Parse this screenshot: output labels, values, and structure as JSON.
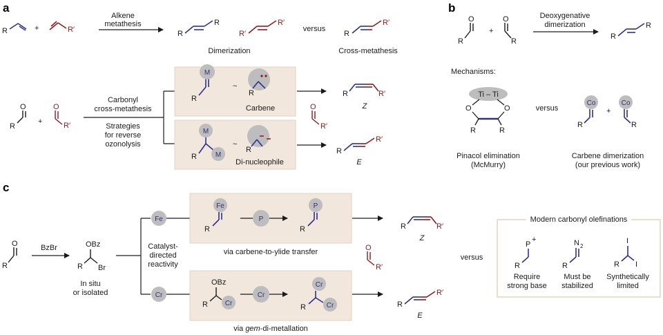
{
  "panels": {
    "a": "a",
    "b": "b",
    "c": "c"
  },
  "colors": {
    "blue_bond": "#2b2f8f",
    "red_bond": "#8b1a1a",
    "box_fill": "#f1e7dc",
    "box_border": "#e3d3c2",
    "circle_fill": "#bdbdbd",
    "arrow": "#1a1a1a"
  },
  "atoms": {
    "R": "R",
    "Rp": "R′",
    "O": "O",
    "M": "M",
    "Fe": "Fe",
    "Cr": "Cr",
    "P": "P",
    "P_plus": "P",
    "plus_sup": "+",
    "Co": "Co",
    "N2": "N",
    "two": "2",
    "I": "I",
    "OBz": "OBz",
    "Br": "Br",
    "TiTi": "Ti – Ti"
  },
  "symbols": {
    "plus": "+",
    "tilde": "~"
  },
  "panel_a": {
    "arrow_top": "Alkene",
    "arrow_bottom": "metathesis",
    "dimerization": "Dimerization",
    "versus": "versus",
    "cross_metathesis": "Cross-metathesis",
    "carbonyl_line1": "Carbonyl",
    "carbonyl_line2": "cross-metathesis",
    "strategies_line1": "Strategies",
    "strategies_line2": "for reverse",
    "strategies_line3": "ozonolysis",
    "carbene": "Carbene",
    "dinucleophile": "Di-nucleophile",
    "z": "Z",
    "e": "E"
  },
  "panel_b": {
    "arrow_top": "Deoxygenative",
    "arrow_bottom": "dimerization",
    "mechanisms": "Mechanisms:",
    "versus": "versus",
    "pinacol_line1": "Pinacol elimination",
    "pinacol_line2": "(McMurry)",
    "carbene_line1": "Carbene dimerization",
    "carbene_line2": "(our previous work)"
  },
  "panel_c": {
    "reagent": "BzBr",
    "insitu_line1": "In situ",
    "insitu_line2": "or isolated",
    "catalyst_line1": "Catalyst-",
    "catalyst_line2": "directed",
    "catalyst_line3": "reactivity",
    "via_ylide": "via carbene-to-ylide  transfer",
    "via_prefix": "via ",
    "via_gem": "gem",
    "via_suffix": "-di-metallation",
    "z": "Z",
    "e": "E",
    "versus": "versus",
    "modern_title": "Modern carbonyl olefinations",
    "col1_line1": "Require",
    "col1_line2": "strong base",
    "col2_line1": "Must be",
    "col2_line2": "stabilized",
    "col3_line1": "Synthetically",
    "col3_line2": "limited"
  }
}
